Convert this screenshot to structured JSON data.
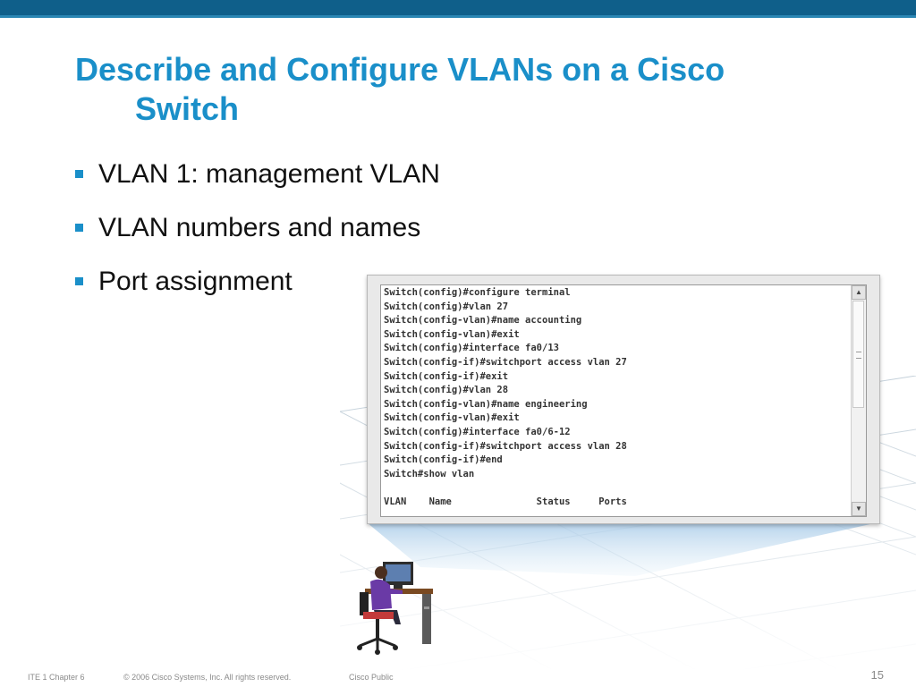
{
  "slide": {
    "title_line1": "Describe and Configure VLANs on a Cisco",
    "title_line2": "Switch",
    "bullets": [
      "VLAN 1:  management VLAN",
      "VLAN numbers and names",
      "Port assignment"
    ],
    "accent_color": "#1a8fc9",
    "header_bar_color": "#0f5f8a"
  },
  "terminal": {
    "lines": [
      "Switch(config)#configure terminal",
      "Switch(config)#vlan 27",
      "Switch(config-vlan)#name accounting",
      "Switch(config-vlan)#exit",
      "Switch(config)#interface fa0/13",
      "Switch(config-if)#switchport access vlan 27",
      "Switch(config-if)#exit",
      "Switch(config)#vlan 28",
      "Switch(config-vlan)#name engineering",
      "Switch(config-vlan)#exit",
      "Switch(config)#interface fa0/6-12",
      "Switch(config-if)#switchport access vlan 28",
      "Switch(config-if)#end",
      "Switch#show vlan",
      "",
      "VLAN    Name               Status     Ports"
    ],
    "scroll_up_icon": "▲",
    "scroll_down_icon": "▼"
  },
  "footer": {
    "course": "ITE 1 Chapter 6",
    "copyright": "© 2006 Cisco Systems, Inc. All rights reserved.",
    "classification": "Cisco Public",
    "page_number": "15"
  }
}
